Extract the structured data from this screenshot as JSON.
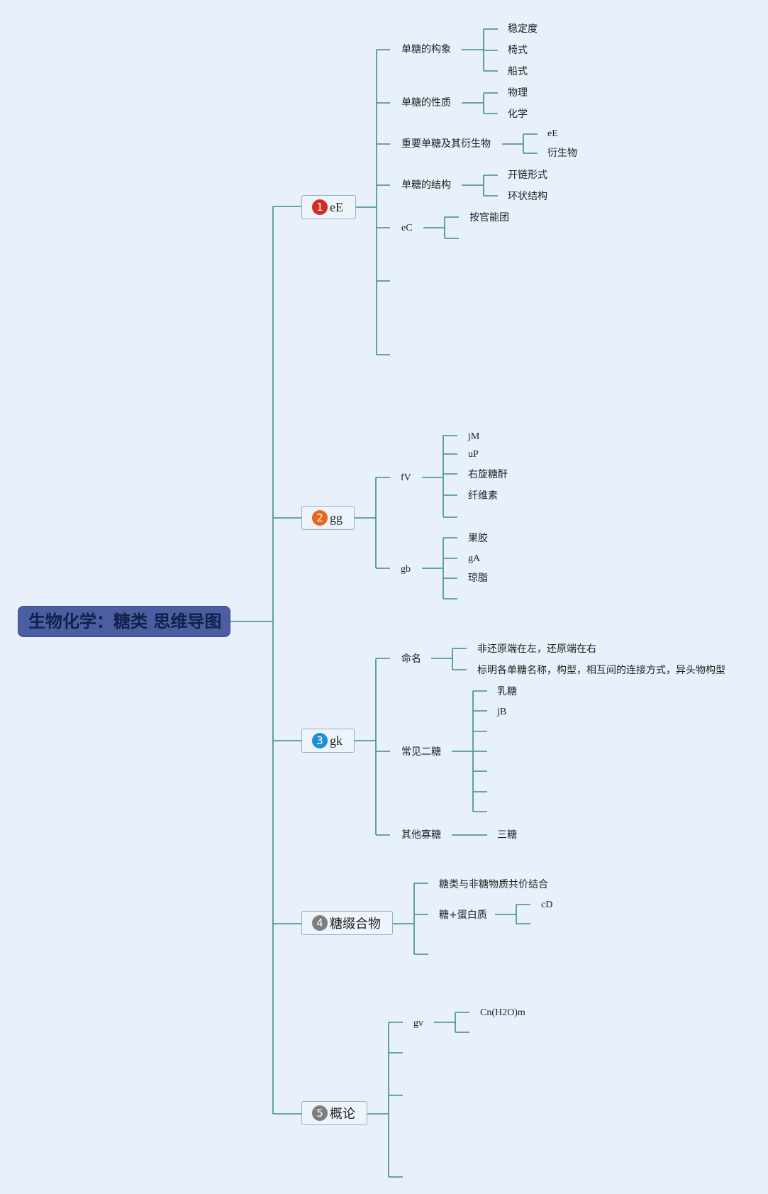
{
  "root": {
    "title": "生物化学：糖类 思维导图"
  },
  "colors": {
    "line": "#3e8e87",
    "root_bg": "#4a5ea1",
    "canvas_bg": "#e8f0fb"
  },
  "topics": [
    {
      "num": "1",
      "label": "eE",
      "badge_color": "#d42a1f"
    },
    {
      "num": "2",
      "label": "gg",
      "badge_color": "#e8671c"
    },
    {
      "num": "3",
      "label": "gk",
      "badge_color": "#1f8fd6"
    },
    {
      "num": "4",
      "label": "糖缀合物",
      "badge_color": "#7e7e7e"
    },
    {
      "num": "5",
      "label": "概论",
      "badge_color": "#7e7e7e"
    }
  ],
  "t1": {
    "conformation": "单糖的构象",
    "conformation_items": [
      "稳定度",
      "椅式",
      "船式"
    ],
    "properties": "单糖的性质",
    "properties_items": [
      "物理",
      "化学"
    ],
    "important": "重要单糖及其衍生物",
    "important_items": [
      "eE",
      "衍生物"
    ],
    "structure": "单糖的结构",
    "structure_items": [
      "开链形式",
      "环状结构"
    ],
    "classify": "eC",
    "classify_items": [
      "按官能团"
    ]
  },
  "t2": {
    "branch_a": "fV",
    "branch_a_items": [
      "jM",
      "uP",
      "右旋糖酐",
      "纤维素"
    ],
    "branch_b": "gb",
    "branch_b_items": [
      "果胶",
      "gA",
      "琼脂"
    ]
  },
  "t3": {
    "naming": "命名",
    "naming_items": [
      "非还原端在左，还原端在右",
      "标明各单糖名称，构型，相互间的连接方式，异头物构型"
    ],
    "common": "常见二糖",
    "common_items": [
      "乳糖",
      "jB"
    ],
    "other": "其他寡糖",
    "other_items": [
      "三糖"
    ]
  },
  "t4": {
    "items": [
      "糖类与非糖物质共价结合",
      "糖+蛋白质"
    ],
    "sub_items": [
      "cD"
    ]
  },
  "t5": {
    "branch": "gv",
    "branch_items": [
      "Cn(H2O)m"
    ]
  }
}
